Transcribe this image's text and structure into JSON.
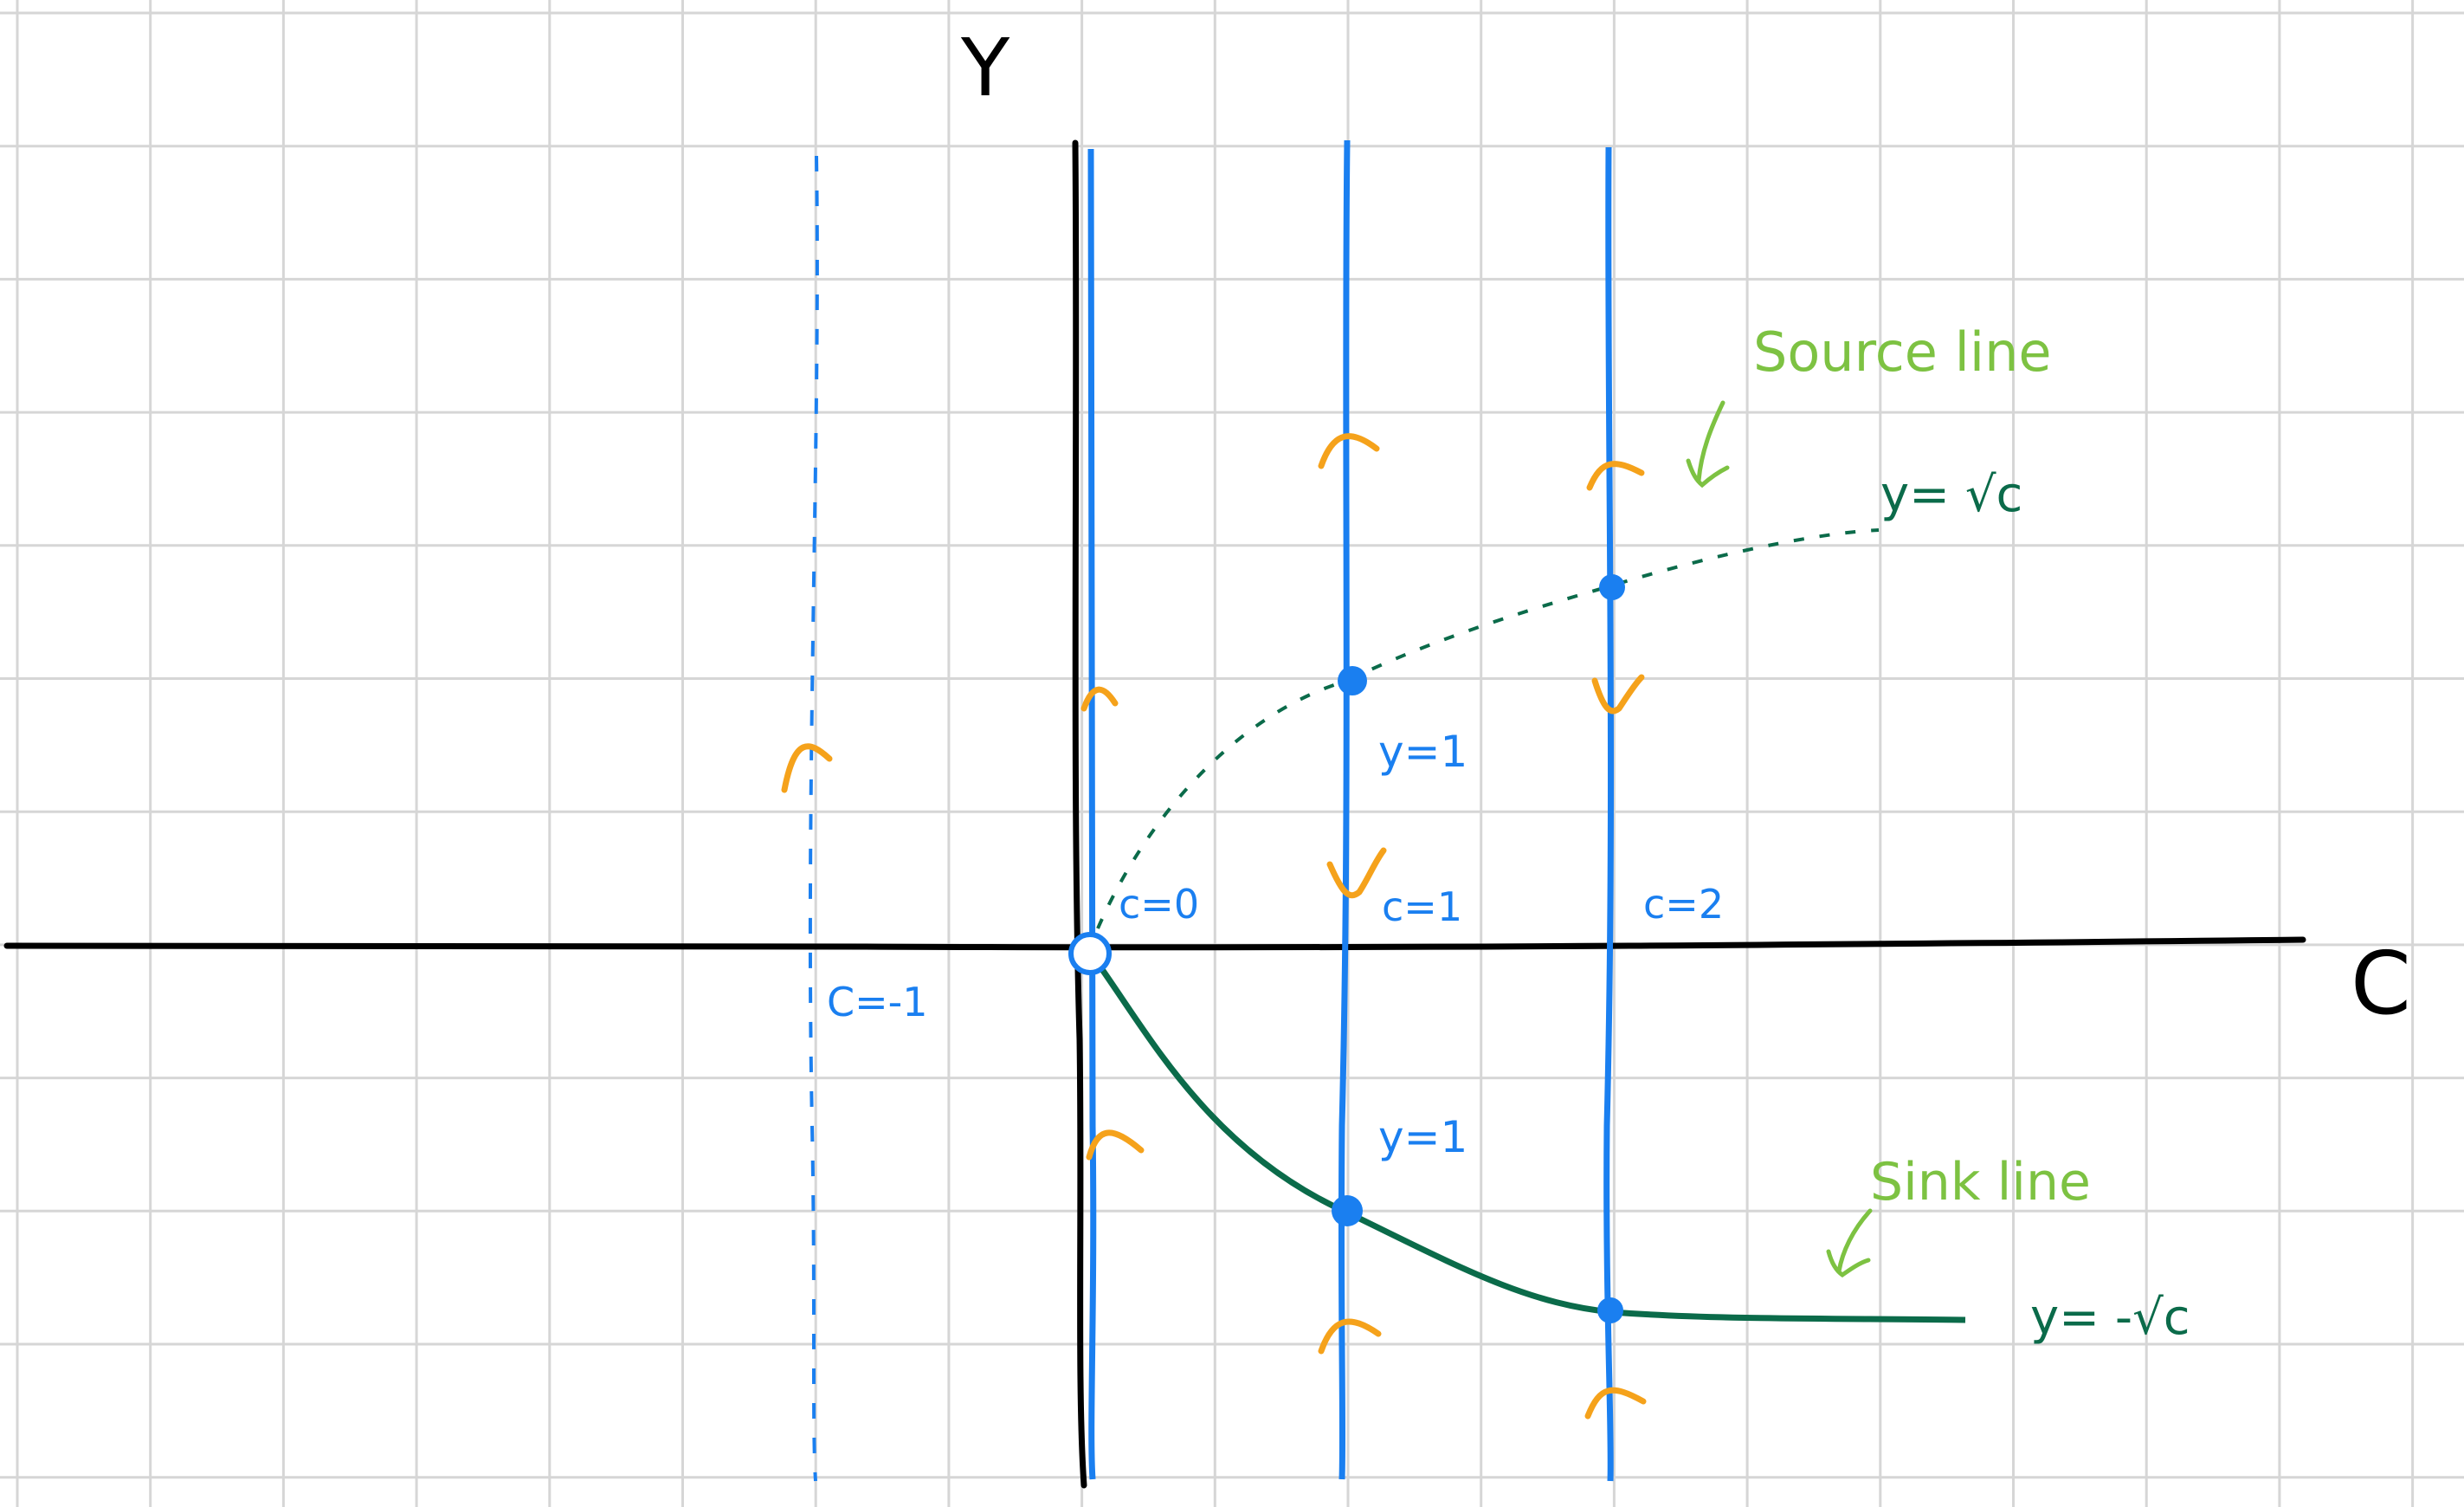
{
  "axes": {
    "x_label": "C",
    "y_label": "Y"
  },
  "fixed_lines": [
    {
      "c": -1,
      "label": "C=-1",
      "style": "dashed"
    },
    {
      "c": 0,
      "label": "c=0",
      "style": "solid"
    },
    {
      "c": 1,
      "label": "c=1",
      "style": "solid"
    },
    {
      "c": 2,
      "label": "c=2",
      "style": "solid"
    }
  ],
  "curves": {
    "source": {
      "label": "Source line",
      "equation": "y= √c"
    },
    "sink": {
      "label": "Sink line",
      "equation": "y= -√c"
    }
  },
  "point_labels": {
    "upper_c1": "y=1",
    "lower_c1": "y=1"
  },
  "colors": {
    "grid": "#d6d6d6",
    "axis": "#000000",
    "phase_line": "#1a7ff0",
    "arrow": "#f5a21b",
    "curve": "#0b6b4a",
    "annotation": "#7dc242"
  }
}
